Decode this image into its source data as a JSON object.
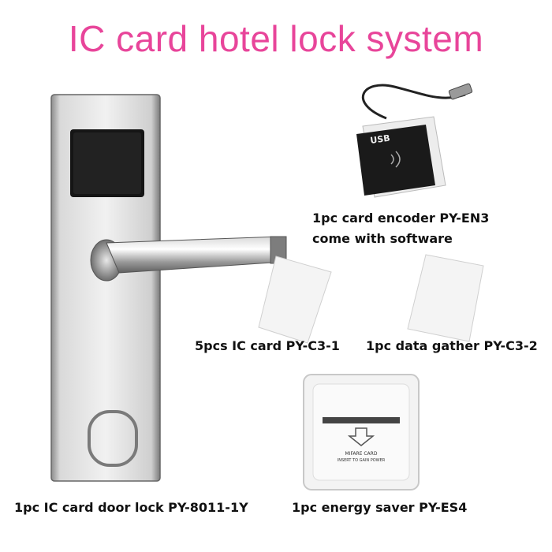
{
  "title": "IC card hotel lock system",
  "labels": {
    "encoder_line1": "1pc card encoder PY-EN3",
    "encoder_line2": "come with software",
    "cards": "5pcs IC card PY-C3-1",
    "data_gather": "1pc data gather PY-C3-2",
    "door_lock": "1pc IC card door lock PY-8011-1Y",
    "energy_saver": "1pc energy saver PY-ES4"
  },
  "encoder_brand": "USB",
  "energy_saver_text_1": "MIFARE CARD",
  "energy_saver_text_2": "INSERT TO GAIN POWER",
  "colors": {
    "title": "#e8459a",
    "text": "#111111"
  }
}
